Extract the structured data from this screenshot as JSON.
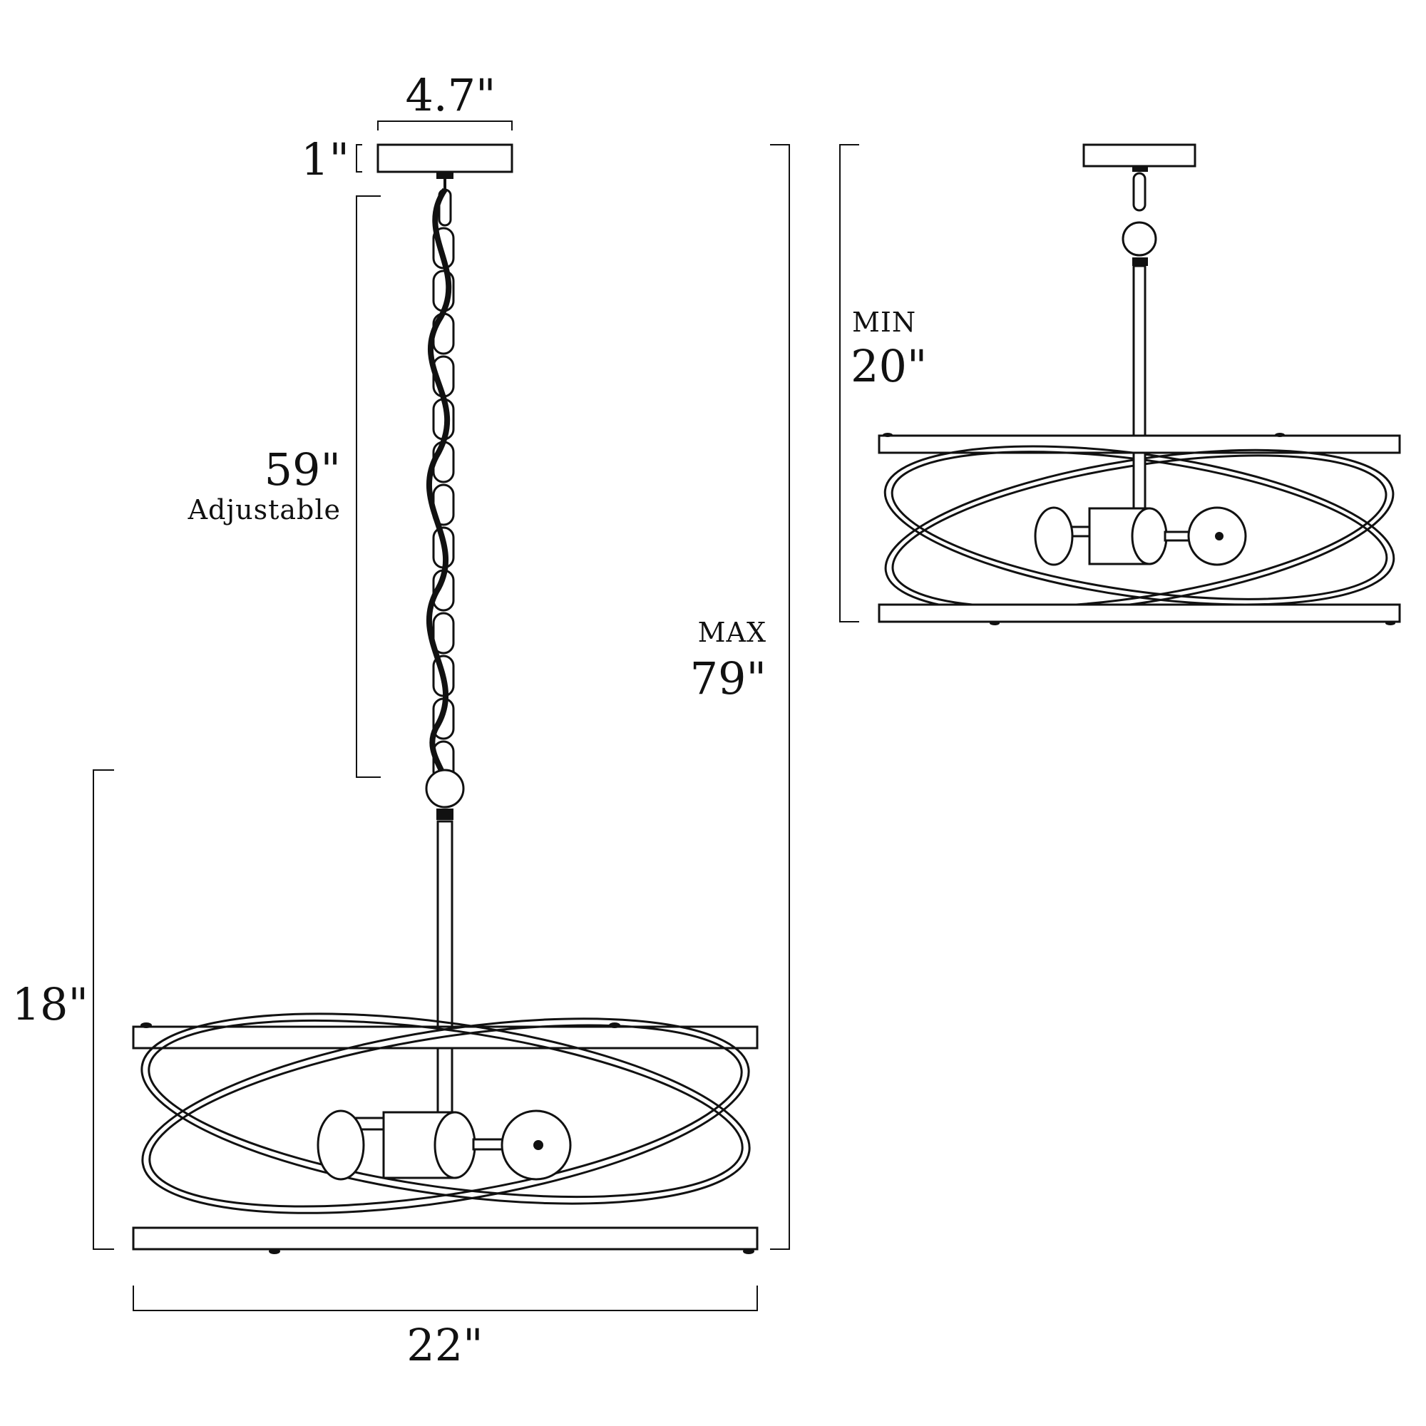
{
  "dimensions": {
    "canopy_width": "4.7\"",
    "canopy_height": "1\"",
    "chain_length": "59\"",
    "chain_note": "Adjustable",
    "max_label": "MAX",
    "max_value": "79\"",
    "fixture_height": "18\"",
    "fixture_width": "22\"",
    "min_label": "MIN",
    "min_value": "20\""
  }
}
